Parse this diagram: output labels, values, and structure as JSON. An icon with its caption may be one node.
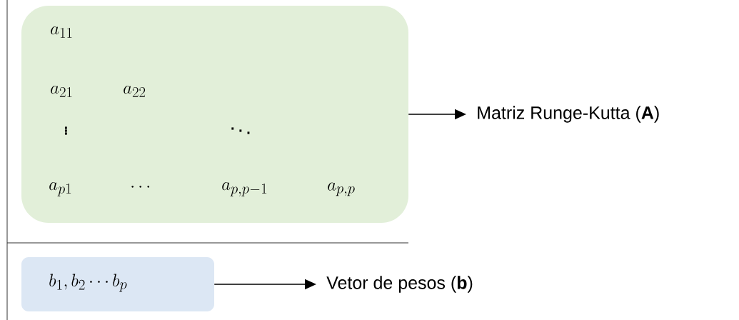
{
  "diagram": {
    "nodes": [
      {
        "text": [
          "a_{11}",
          "a_{21}",
          "a_{22}",
          "\\vdots",
          "\\ddots",
          "a_{p1}",
          "\\cdots",
          "a_{p,p-1}",
          "a_{p,p}"
        ]
      },
      {
        "text": [
          "Matriz Runge-Kutta (**A**)"
        ]
      },
      {
        "text": [
          "b_1,b_2 \\cdots b_p"
        ]
      },
      {
        "text": [
          "Vetor de pesos (**b**)"
        ]
      }
    ],
    "edges": [
      {
        "from": 0,
        "to": 1,
        "arrow": "to"
      },
      {
        "from": 2,
        "to": 3,
        "arrow": "to"
      }
    ]
  }
}
